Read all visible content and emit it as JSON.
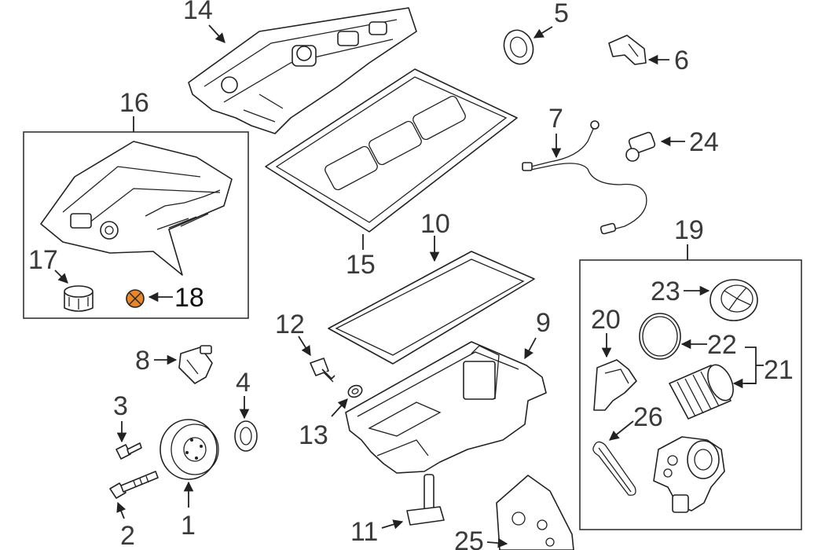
{
  "callouts": {
    "c1": "1",
    "c2": "2",
    "c3": "3",
    "c4": "4",
    "c5": "5",
    "c6": "6",
    "c7": "7",
    "c8": "8",
    "c9": "9",
    "c10": "10",
    "c11": "11",
    "c12": "12",
    "c13": "13",
    "c14": "14",
    "c15": "15",
    "c16": "16",
    "c17": "17",
    "c18": "18",
    "c19": "19",
    "c20": "20",
    "c21": "21",
    "c22": "22",
    "c23": "23",
    "c24": "24",
    "c25": "25",
    "c26": "26"
  },
  "colors": {
    "highlight_part": "#e8862a",
    "line": "#222222",
    "label": "#3a3a3a"
  }
}
